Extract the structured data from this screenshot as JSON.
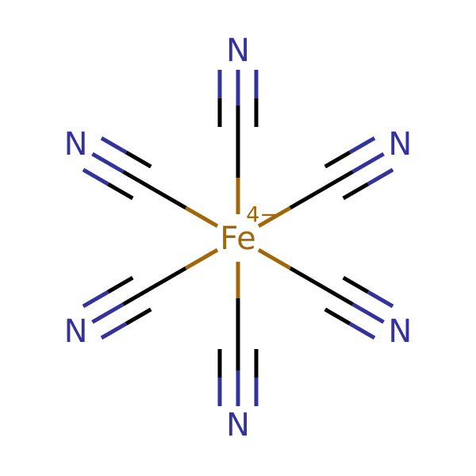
{
  "molecule": {
    "center_atom": {
      "symbol": "Fe",
      "charge": "4−",
      "color": "#A0670B"
    },
    "ligands": [
      {
        "carbon": "C",
        "nitrogen": "N",
        "bond": "triple",
        "direction": "up"
      },
      {
        "carbon": "C",
        "nitrogen": "N",
        "bond": "triple",
        "direction": "up-right"
      },
      {
        "carbon": "C",
        "nitrogen": "N",
        "bond": "triple",
        "direction": "down-right"
      },
      {
        "carbon": "C",
        "nitrogen": "N",
        "bond": "triple",
        "direction": "down"
      },
      {
        "carbon": "C",
        "nitrogen": "N",
        "bond": "triple",
        "direction": "down-left"
      },
      {
        "carbon": "C",
        "nitrogen": "N",
        "bond": "triple",
        "direction": "up-left"
      }
    ],
    "colors": {
      "metal": "#A0670B",
      "carbon": "#000000",
      "nitrogen": "#33339B"
    }
  }
}
